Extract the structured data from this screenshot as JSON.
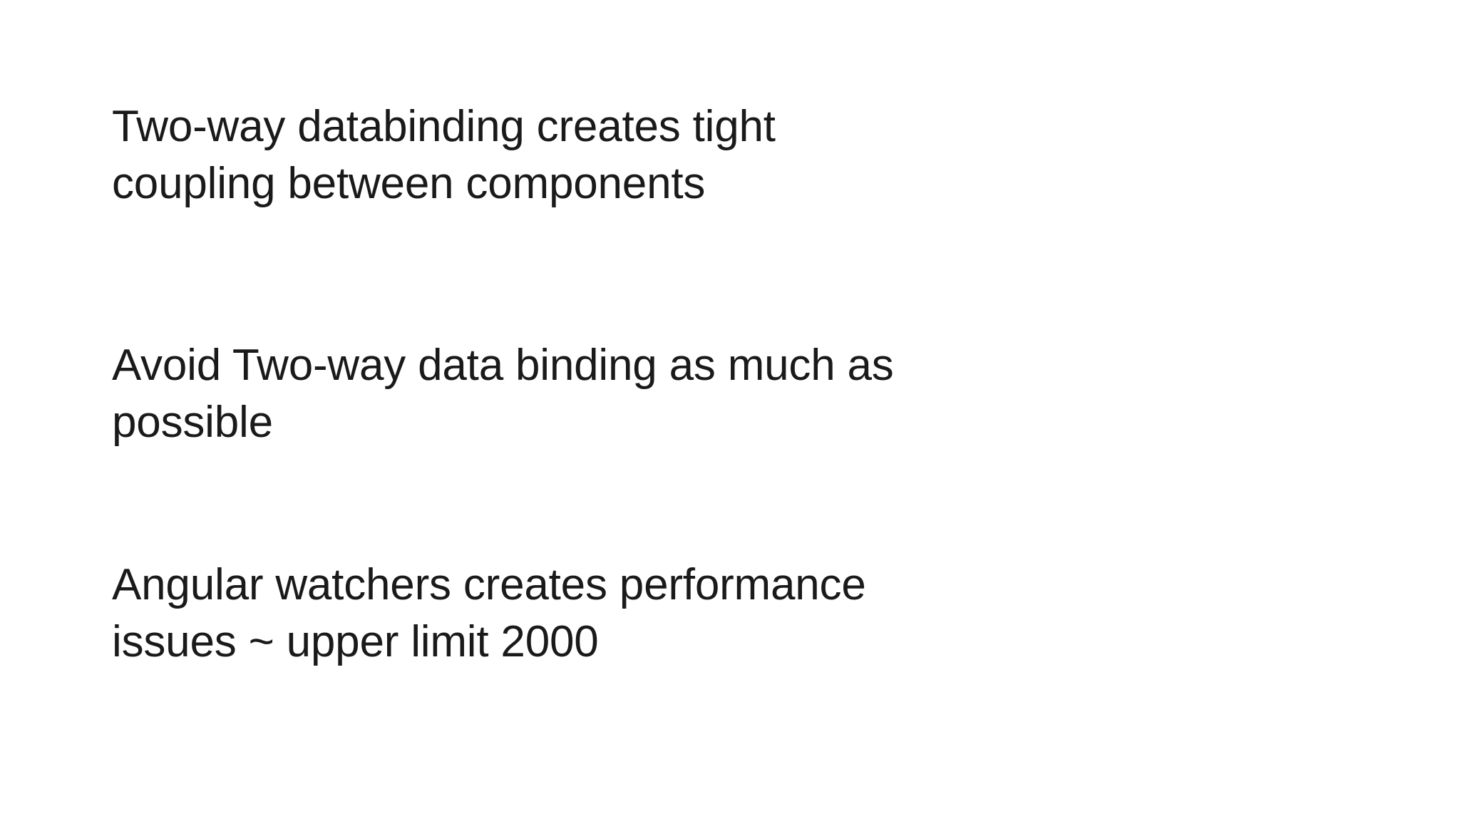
{
  "slide": {
    "background_color": "#ffffff",
    "text_color": "#1a1a1a",
    "blocks": [
      {
        "id": "two-way-databinding-coupling",
        "text": "Two-way databinding creates tight coupling between components"
      },
      {
        "id": "avoid-two-way-binding",
        "text": "Avoid Two-way data binding as much as possible"
      },
      {
        "id": "angular-watchers-limit",
        "text": "Angular watchers creates performance issues ~ upper limit 2000"
      }
    ]
  }
}
